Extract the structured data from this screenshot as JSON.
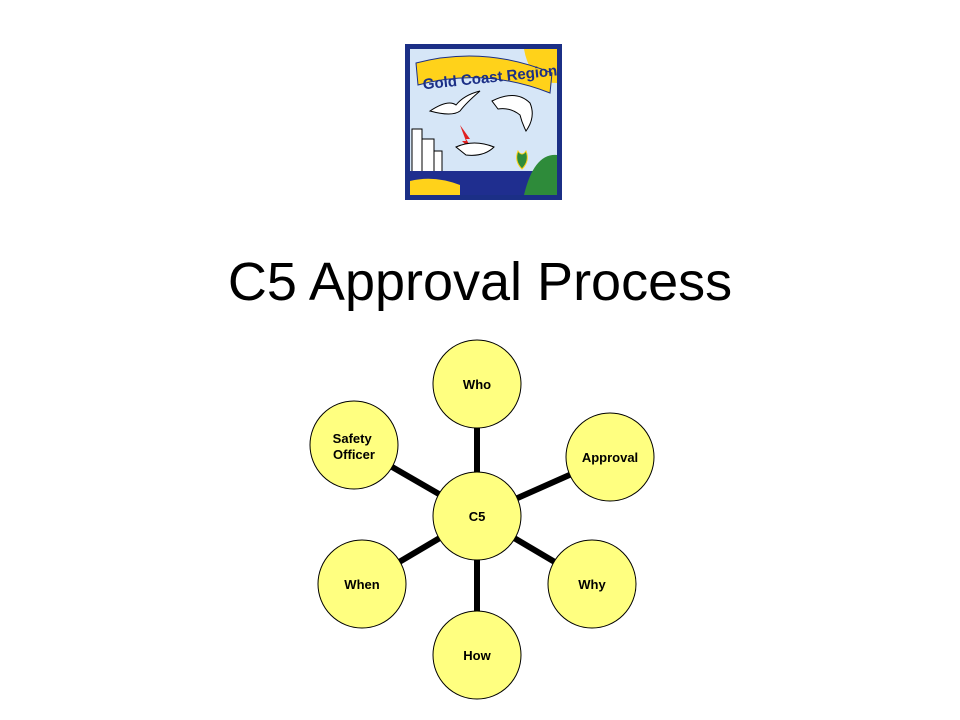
{
  "logo": {
    "text": "Gold Coast Region",
    "colors": {
      "sky": "#d6e6f7",
      "sun": "#ffd21a",
      "sea": "#1f2e8f",
      "land": "#2e8b3a",
      "border": "#1b2f86"
    }
  },
  "title": "C5 Approval Process",
  "diagram": {
    "center": {
      "label": "C5"
    },
    "nodes": [
      {
        "id": "who",
        "label": "Who"
      },
      {
        "id": "approval",
        "label": "Approval"
      },
      {
        "id": "why",
        "label": "Why"
      },
      {
        "id": "how",
        "label": "How"
      },
      {
        "id": "when",
        "label": "When"
      },
      {
        "id": "safety-officer",
        "label": [
          "Safety",
          "Officer"
        ]
      }
    ],
    "colors": {
      "fill": "#ffff80",
      "stroke": "#000000",
      "connector": "#000000"
    }
  }
}
